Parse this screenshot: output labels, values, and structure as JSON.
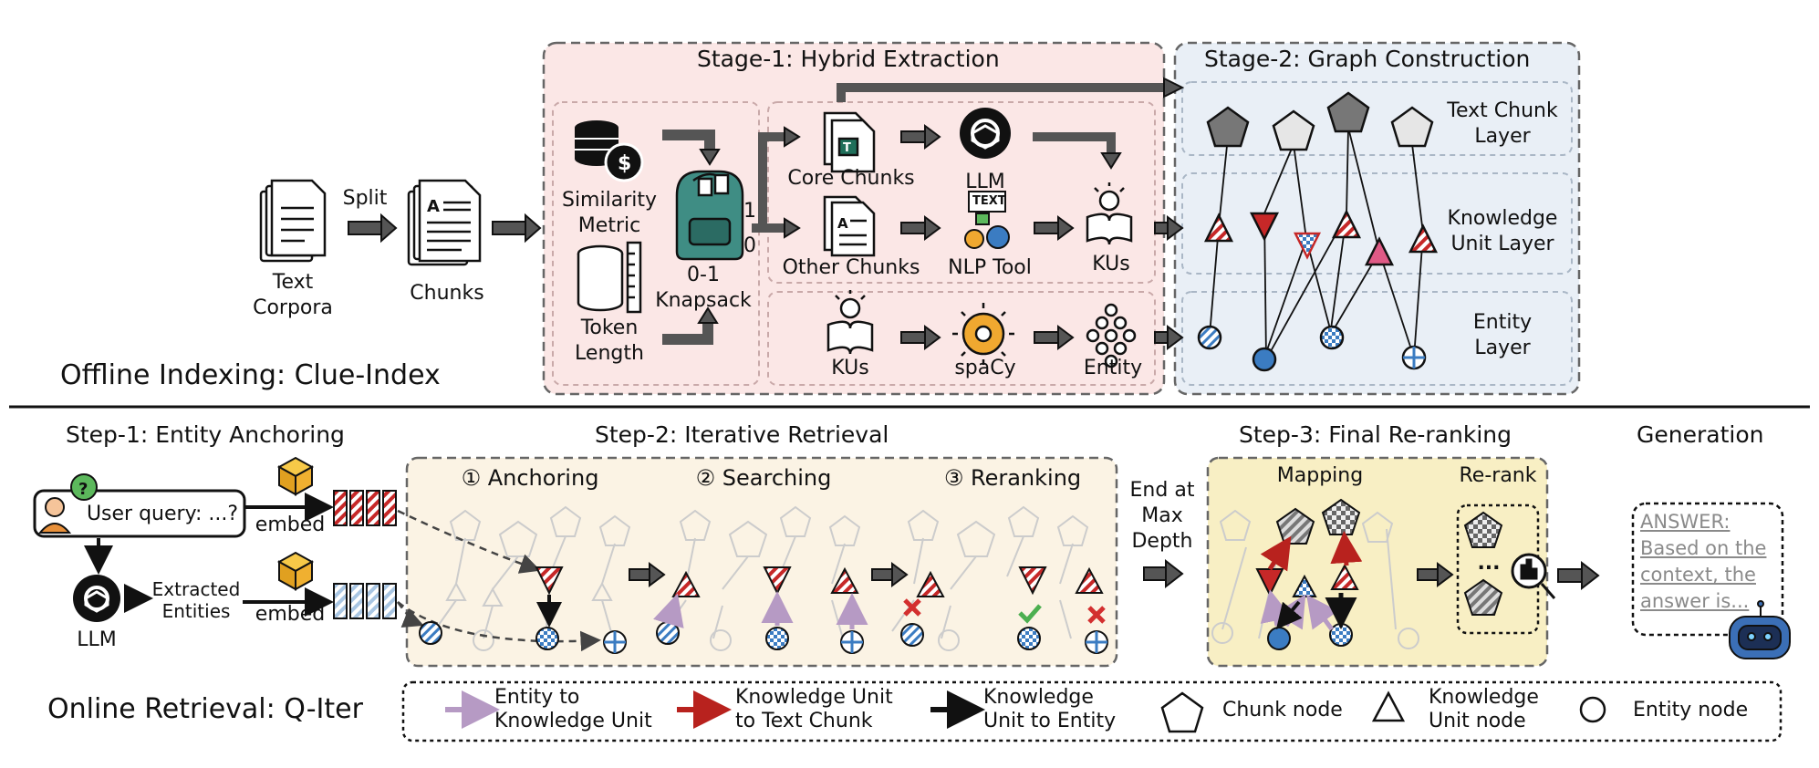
{
  "offline": {
    "title": "Offline Indexing: Clue-Index",
    "text_corpora": "Text\nCorpora",
    "split": "Split",
    "chunks": "Chunks",
    "stage1_title": "Stage-1: Hybrid Extraction",
    "stage2_title": "Stage-2: Graph Construction",
    "similarity_metric": "Similarity\nMetric",
    "token_length": "Token\nLength",
    "knapsack": "0-1\nKnapsack",
    "bit_one": "1",
    "bit_zero": "0",
    "core_chunks": "Core Chunks",
    "other_chunks": "Other Chunks",
    "llm": "LLM",
    "nlp_tool": "NLP Tool",
    "nlp_badge": "TEXT",
    "kus": "KUs",
    "kus_lower": "KUs",
    "spacy": "spaCy",
    "entity": "Entity",
    "layer_text_chunk": "Text Chunk\nLayer",
    "layer_knowledge_unit": "Knowledge\nUnit Layer",
    "layer_entity": "Entity\nLayer"
  },
  "online": {
    "title": "Online Retrieval: Q-Iter",
    "step1_title": "Step-1: Entity Anchoring",
    "step2_title": "Step-2: Iterative Retrieval",
    "step3_title": "Step-3: Final Re-ranking",
    "generation_title": "Generation",
    "user_query": "User query: ...?",
    "embed_top": "embed",
    "embed_bottom": "embed",
    "extracted_entities": "Extracted\nEntities",
    "llm": "LLM",
    "anchoring": "① Anchoring",
    "searching": "② Searching",
    "reranking": "③ Reranking",
    "end_at_max_depth": "End at\nMax\nDepth",
    "mapping": "Mapping",
    "re_rank": "Re-rank",
    "dots": "...",
    "answer": "ANSWER:\nBased on the\ncontext, the\nanswer is..."
  },
  "legend": {
    "entity_to_ku": "Entity to\nKnowledge Unit",
    "ku_to_chunk": "Knowledge Unit\nto Text Chunk",
    "ku_to_entity": "Knowledge\nUnit to Entity",
    "chunk_node": "Chunk node",
    "ku_node": "Knowledge\nUnit node",
    "entity_node": "Entity node"
  },
  "colors": {
    "stage1_bg": "#fbe7e6",
    "stage2_bg": "#e9eff6",
    "step2_bg": "#fbf3e4",
    "step3_bg": "#f8efc4",
    "purple_arrow": "#b69ac4",
    "red_arrow": "#b8221e",
    "black_arrow": "#111111",
    "entity_blue": "#3b7cc2",
    "ku_red": "#c62828",
    "ku_pink": "#e05a86"
  }
}
